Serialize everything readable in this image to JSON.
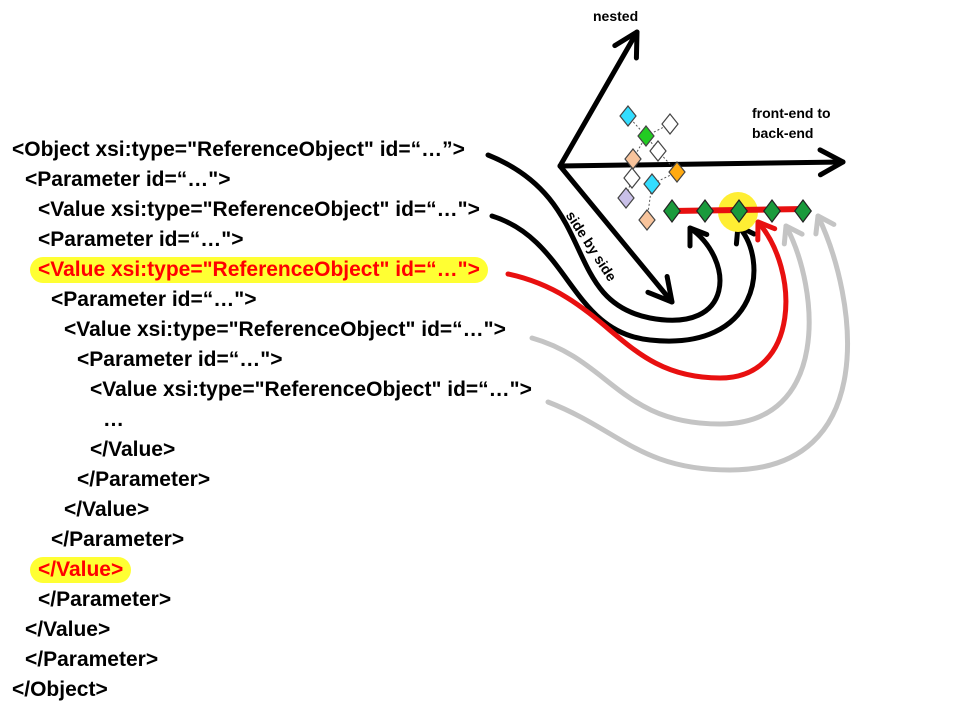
{
  "xml_lines": [
    {
      "text": "<Object xsi:type=\"ReferenceObject\" id=“…”>",
      "indent": 0,
      "highlight": false
    },
    {
      "text": "<Parameter id=“…\">",
      "indent": 1,
      "highlight": false
    },
    {
      "text": "<Value xsi:type=\"ReferenceObject\" id=“…\">",
      "indent": 2,
      "highlight": false
    },
    {
      "text": "<Parameter id=“…\">",
      "indent": 2,
      "highlight": false
    },
    {
      "text": "<Value xsi:type=\"ReferenceObject\" id=“…\">",
      "indent": 2,
      "highlight": true
    },
    {
      "text": "<Parameter id=“…\">",
      "indent": 3,
      "highlight": false
    },
    {
      "text": "<Value xsi:type=\"ReferenceObject\" id=“…\">",
      "indent": 4,
      "highlight": false
    },
    {
      "text": "<Parameter id=“…\">",
      "indent": 5,
      "highlight": false
    },
    {
      "text": "<Value xsi:type=\"ReferenceObject\" id=“…\">",
      "indent": 6,
      "highlight": false
    },
    {
      "text": "…",
      "indent": 7,
      "highlight": false
    },
    {
      "text": "</Value>",
      "indent": 6,
      "highlight": false
    },
    {
      "text": "</Parameter>",
      "indent": 5,
      "highlight": false
    },
    {
      "text": "</Value>",
      "indent": 4,
      "highlight": false
    },
    {
      "text": "</Parameter>",
      "indent": 3,
      "highlight": false
    },
    {
      "text": "</Value>",
      "indent": 2,
      "highlight": true
    },
    {
      "text": "</Parameter>",
      "indent": 2,
      "highlight": false
    },
    {
      "text": "</Value>",
      "indent": 1,
      "highlight": false
    },
    {
      "text": "</Parameter>",
      "indent": 1,
      "highlight": false
    },
    {
      "text": "</Object>",
      "indent": 0,
      "highlight": false
    }
  ],
  "axes": {
    "nested": "nested",
    "front_to_back": "front-end to\nback-end",
    "side_by_side": "side by side"
  },
  "colors": {
    "text": "#000000",
    "highlight_text": "#ff0000",
    "highlight_background": "#ffff33",
    "arrow_black": "#000000",
    "arrow_red": "#e81010",
    "arrow_gray": "#c4c4c4",
    "chain_red": "#e81010",
    "chain_diamond": "#1a9a3c",
    "highlight_circle": "#ffee33",
    "tree_cyan": "#33ddff",
    "tree_green": "#22cc22",
    "tree_peach": "#f8c49c",
    "tree_orange": "#ffaa11",
    "tree_lavender": "#c9c0e8",
    "tree_white": "#ffffff"
  }
}
